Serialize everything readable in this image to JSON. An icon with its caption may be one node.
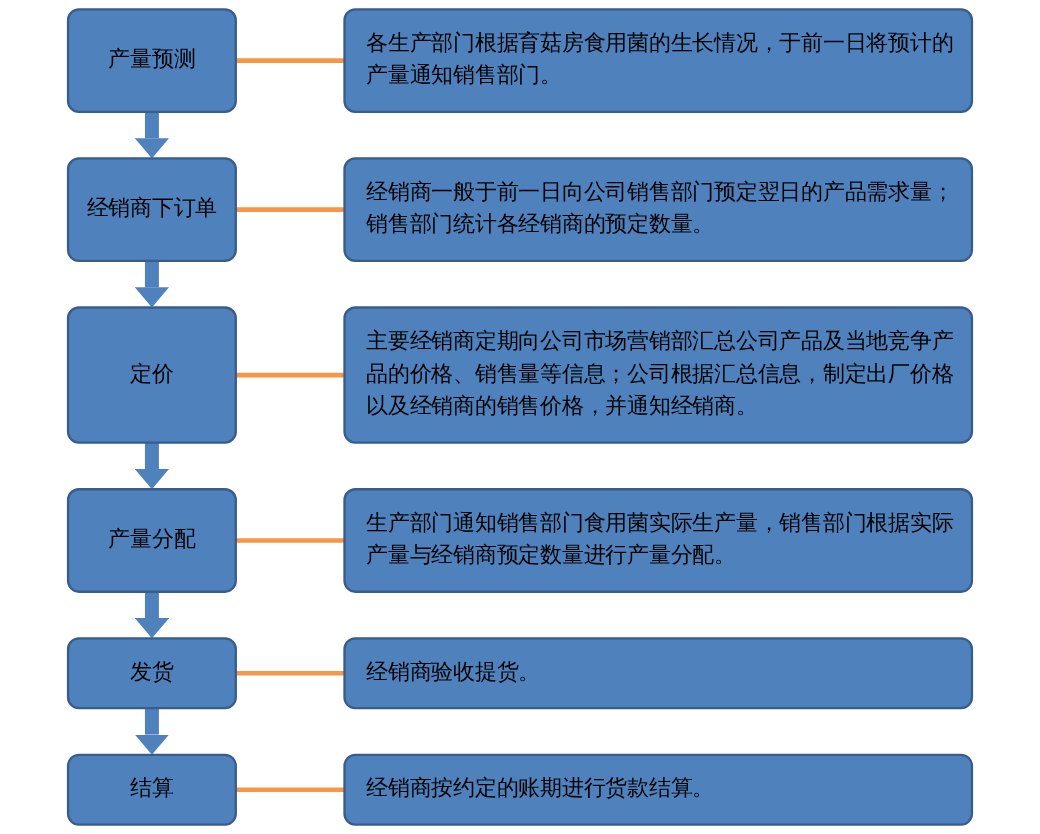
{
  "diagram": {
    "nodes": [
      {
        "text": [
          "产量预测"
        ]
      },
      {
        "text": [
          "各生产部门根据育菇房食用菌的生长情况，于前一日将预计的产量通知销售部门。"
        ]
      },
      {
        "text": [
          "经销商下订单"
        ]
      },
      {
        "text": [
          "经销商一般于前一日向公司销售部门预定翌日的产品需求量；销售部门统计各经销商的预定数量。"
        ]
      },
      {
        "text": [
          "定价"
        ]
      },
      {
        "text": [
          "主要经销商定期向公司市场营销部汇总公司产品及当地竞争产品的价格、销售量等信息；公司根据汇总信息，制定出厂价格以及经销商的销售价格，并通知经销商。"
        ]
      },
      {
        "text": [
          "产量分配"
        ]
      },
      {
        "text": [
          "生产部门通知销售部门食用菌实际生产量，销售部门根据实际产量与经销商预定数量进行产量分配。"
        ]
      },
      {
        "text": [
          "发货"
        ]
      },
      {
        "text": [
          "经销商验收提货。"
        ]
      },
      {
        "text": [
          "结算"
        ]
      },
      {
        "text": [
          "经销商按约定的账期进行货款结算。"
        ]
      }
    ],
    "edges": [
      {
        "from": 0,
        "to": 1,
        "arrow": "none"
      },
      {
        "from": 0,
        "to": 2,
        "arrow": "to",
        "style": "thick",
        "color": "#4f81bd"
      },
      {
        "from": 2,
        "to": 3,
        "arrow": "none"
      },
      {
        "from": 2,
        "to": 4,
        "arrow": "to",
        "style": "thick",
        "color": "#4f81bd"
      },
      {
        "from": 4,
        "to": 5,
        "arrow": "none"
      },
      {
        "from": 4,
        "to": 6,
        "arrow": "to",
        "style": "thick",
        "color": "#4f81bd"
      },
      {
        "from": 6,
        "to": 7,
        "arrow": "none"
      },
      {
        "from": 6,
        "to": 8,
        "arrow": "to",
        "style": "thick",
        "color": "#4f81bd"
      },
      {
        "from": 8,
        "to": 9,
        "arrow": "none"
      },
      {
        "from": 8,
        "to": 10,
        "arrow": "to",
        "style": "thick",
        "color": "#4f81bd"
      },
      {
        "from": 10,
        "to": 11,
        "arrow": "none"
      }
    ]
  }
}
